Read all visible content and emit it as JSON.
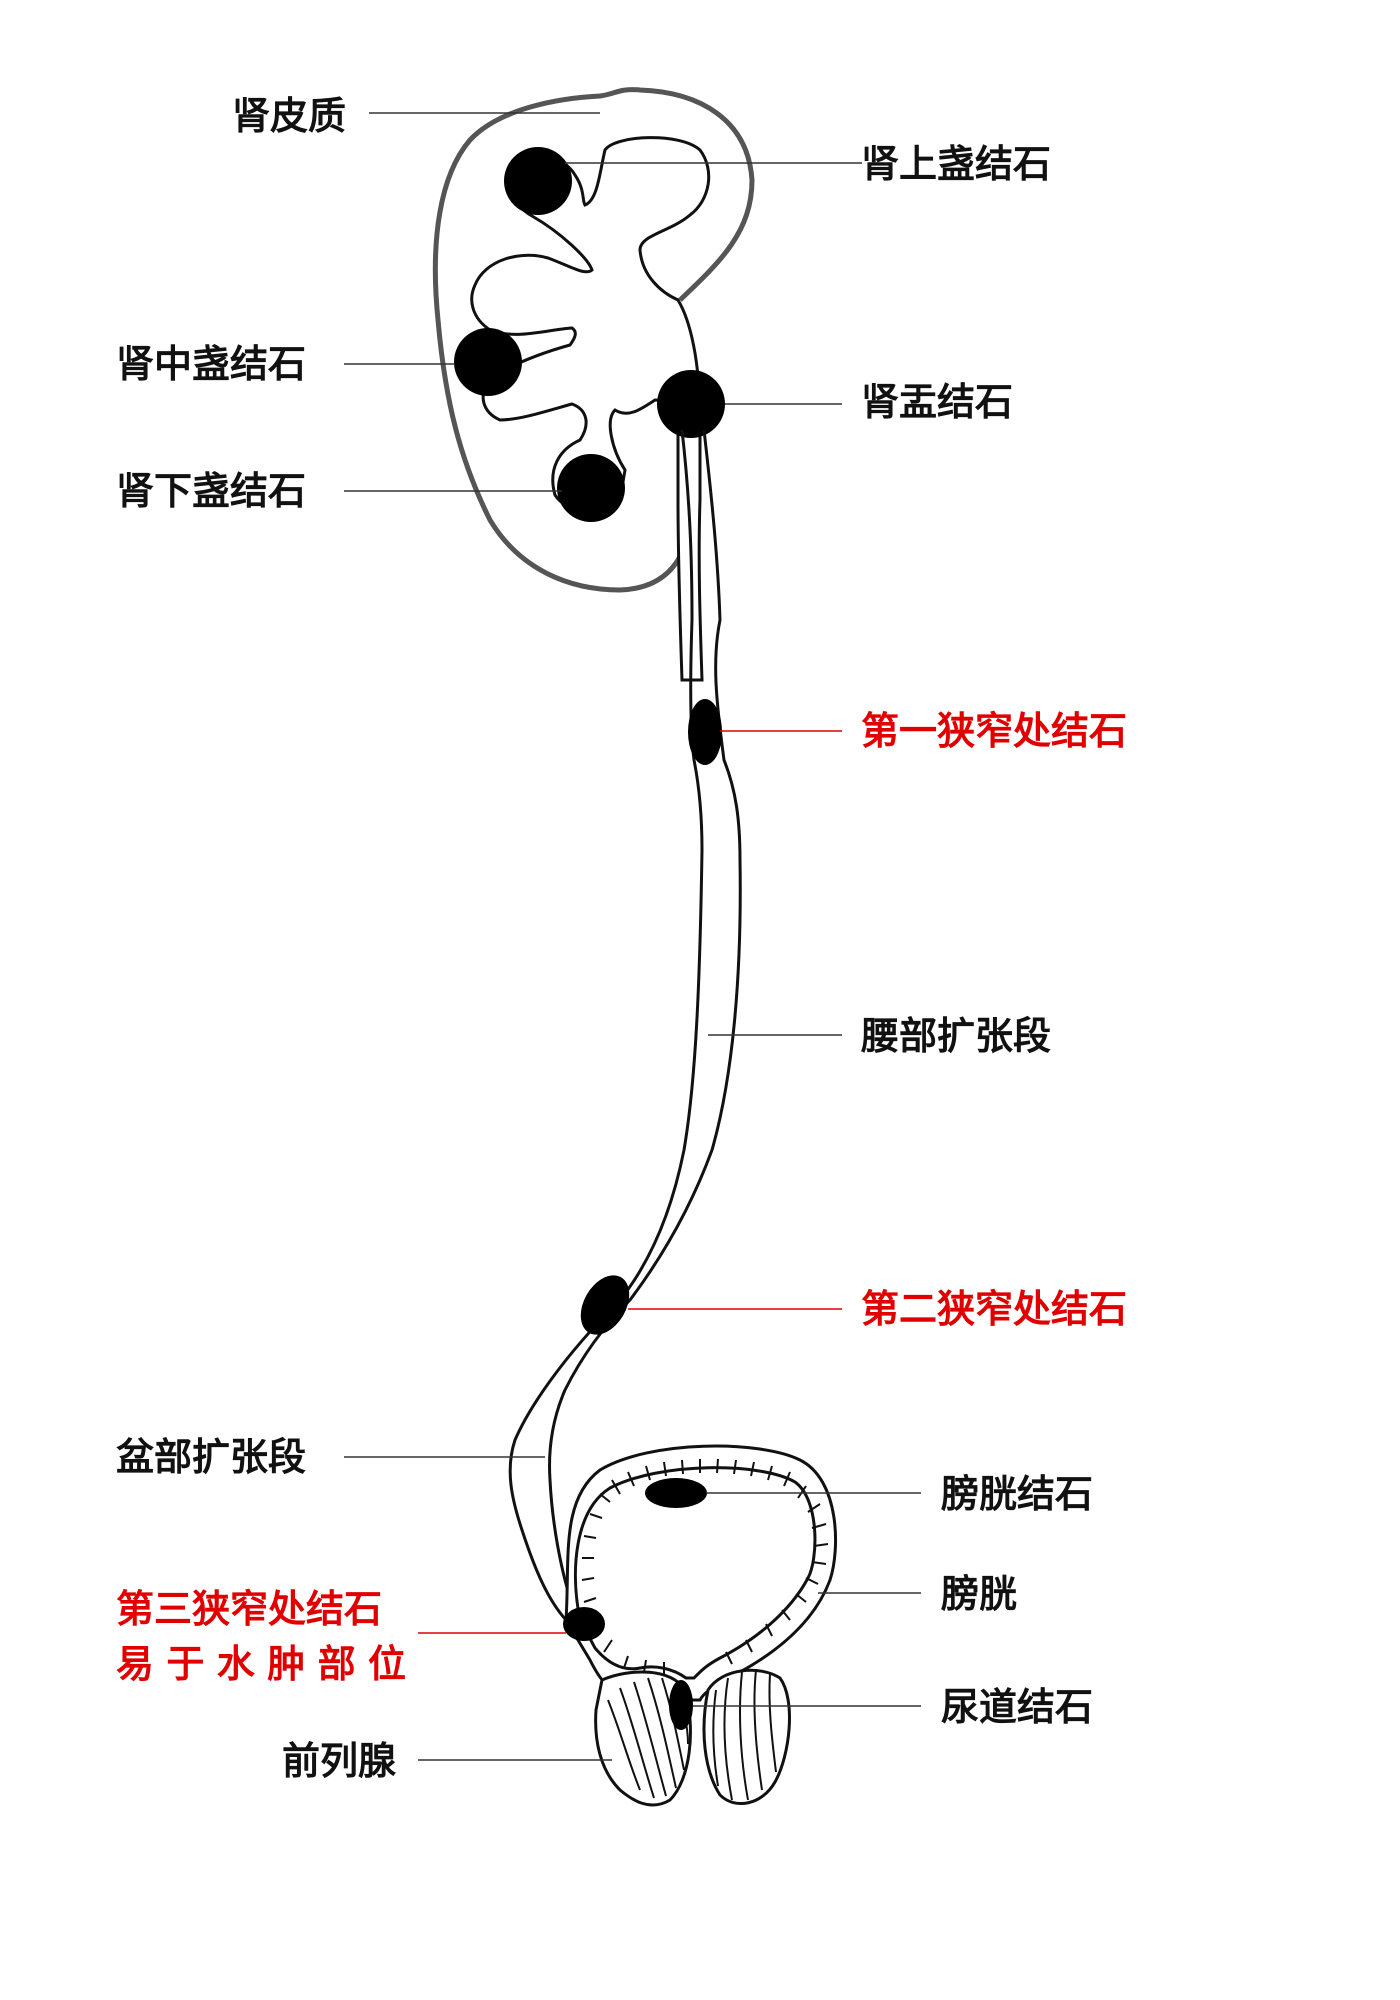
{
  "labels": {
    "cortex": "肾皮质",
    "upper_calyx_stone": "肾上盏结石",
    "middle_calyx_stone": "肾中盏结石",
    "pelvis_stone": "肾盂结石",
    "lower_calyx_stone": "肾下盏结石",
    "first_narrowing_stone": "第一狭窄处结石",
    "lumbar_dilation": "腰部扩张段",
    "second_narrowing_stone": "第二狭窄处结石",
    "pelvic_dilation": "盆部扩张段",
    "bladder_stone": "膀胱结石",
    "third_narrowing_stone": "第三狭窄处结石",
    "bladder": "膀胱",
    "edema_note": "易于水肿部位",
    "urethral_stone": "尿道结石",
    "prostate": "前列腺"
  },
  "colors": {
    "highlight": "#e00000",
    "text": "#111111",
    "line": "#333333"
  }
}
